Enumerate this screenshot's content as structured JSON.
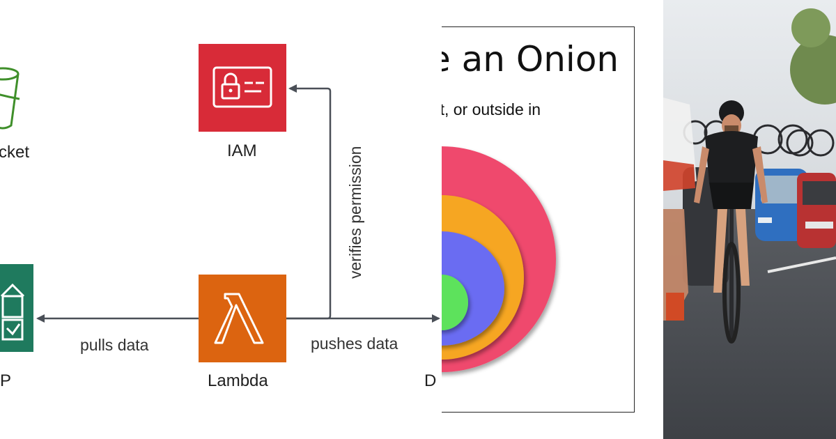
{
  "diagram": {
    "nodes": {
      "bucket": {
        "label": "cket"
      },
      "iam": {
        "label": "IAM"
      },
      "lambda": {
        "label": "Lambda"
      },
      "left_service": {
        "label": "P"
      },
      "right_service": {
        "label": "D"
      }
    },
    "edges": {
      "pulls": "pulls data",
      "pushes": "pushes data",
      "verifies": "verifies permission"
    },
    "colors": {
      "iam": "#d82b38",
      "lambda": "#dc6410",
      "left_service": "#1f7a5e",
      "bucket": "#3f8f2a",
      "arrow": "#4a4f57"
    },
    "icons": [
      "bucket-icon",
      "id-card-lock-icon",
      "lambda-icon",
      "document-icon"
    ]
  },
  "slide": {
    "title": "e an Onion",
    "subtitle": "out, or outside in",
    "layer_colors": [
      "#ef4a6d",
      "#f6a623",
      "#6a6cf2",
      "#5de25b"
    ]
  },
  "photo": {
    "description_icon": "cyclists-photo"
  }
}
